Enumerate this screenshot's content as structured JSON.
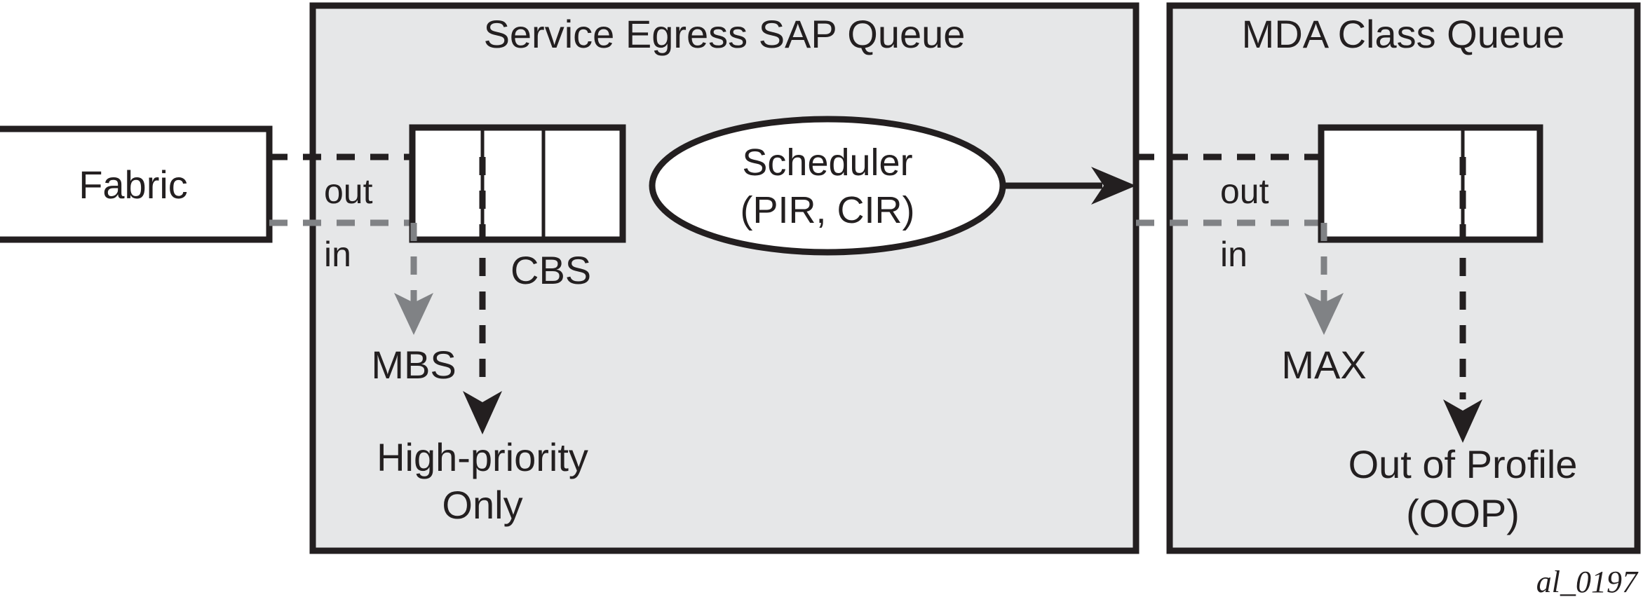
{
  "diagram": {
    "caption": "al_0197",
    "colors": {
      "panel_background": "#e6e7e8",
      "stroke": "#231f20",
      "gray_accent": "#808285",
      "queue_fill": "#ffffff",
      "page_background": "#ffffff"
    },
    "nodes": {
      "fabric": {
        "label": "Fabric"
      },
      "sap_panel": {
        "title": "Service Egress SAP Queue"
      },
      "mda_panel": {
        "title": "MDA Class Queue"
      },
      "scheduler": {
        "line1": "Scheduler",
        "line2": "(PIR, CIR)"
      }
    },
    "port_labels": {
      "sap_out": "out",
      "sap_in": "in",
      "mda_out": "out",
      "mda_in": "in"
    },
    "annotations": {
      "sap_cbs": "CBS",
      "sap_mbs": "MBS",
      "sap_high_priority_line1": "High-priority",
      "sap_high_priority_line2": "Only",
      "mda_max": "MAX",
      "mda_oop_line1": "Out of Profile",
      "mda_oop_line2": "(OOP)"
    }
  }
}
